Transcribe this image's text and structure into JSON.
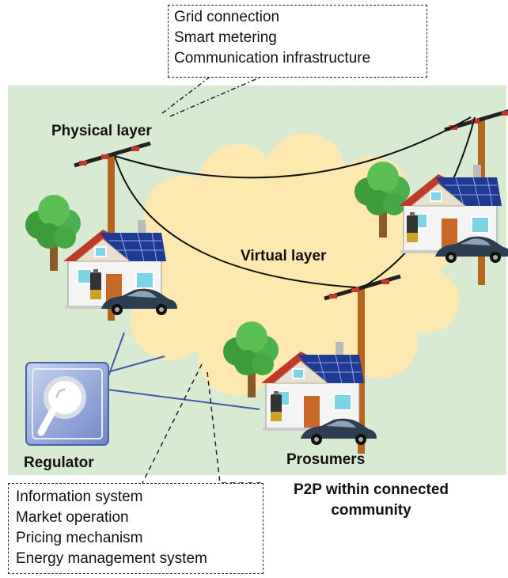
{
  "physical_layer": {
    "label": "Physical layer",
    "items": [
      "Grid connection",
      "Smart metering",
      "Communication infrastructure"
    ]
  },
  "virtual_layer": {
    "label": "Virtual layer",
    "items": [
      "Information system",
      "Market operation",
      "Pricing mechanism",
      "Energy management system"
    ]
  },
  "regulator": {
    "label": "Regulator",
    "icon": "magnifier-icon"
  },
  "prosumers": {
    "label": "Prosumers"
  },
  "caption": "P2P within connected community",
  "colors": {
    "background": "#d9ead3",
    "cloud": "#fde8b0",
    "pole": "#b5651d",
    "roof": "#c0392b",
    "wall": "#f4f4f4",
    "solar": "#1f3a93",
    "tree": "#4caf50",
    "car": "#2c3e50",
    "regulator_link": "#3b5ba5"
  }
}
